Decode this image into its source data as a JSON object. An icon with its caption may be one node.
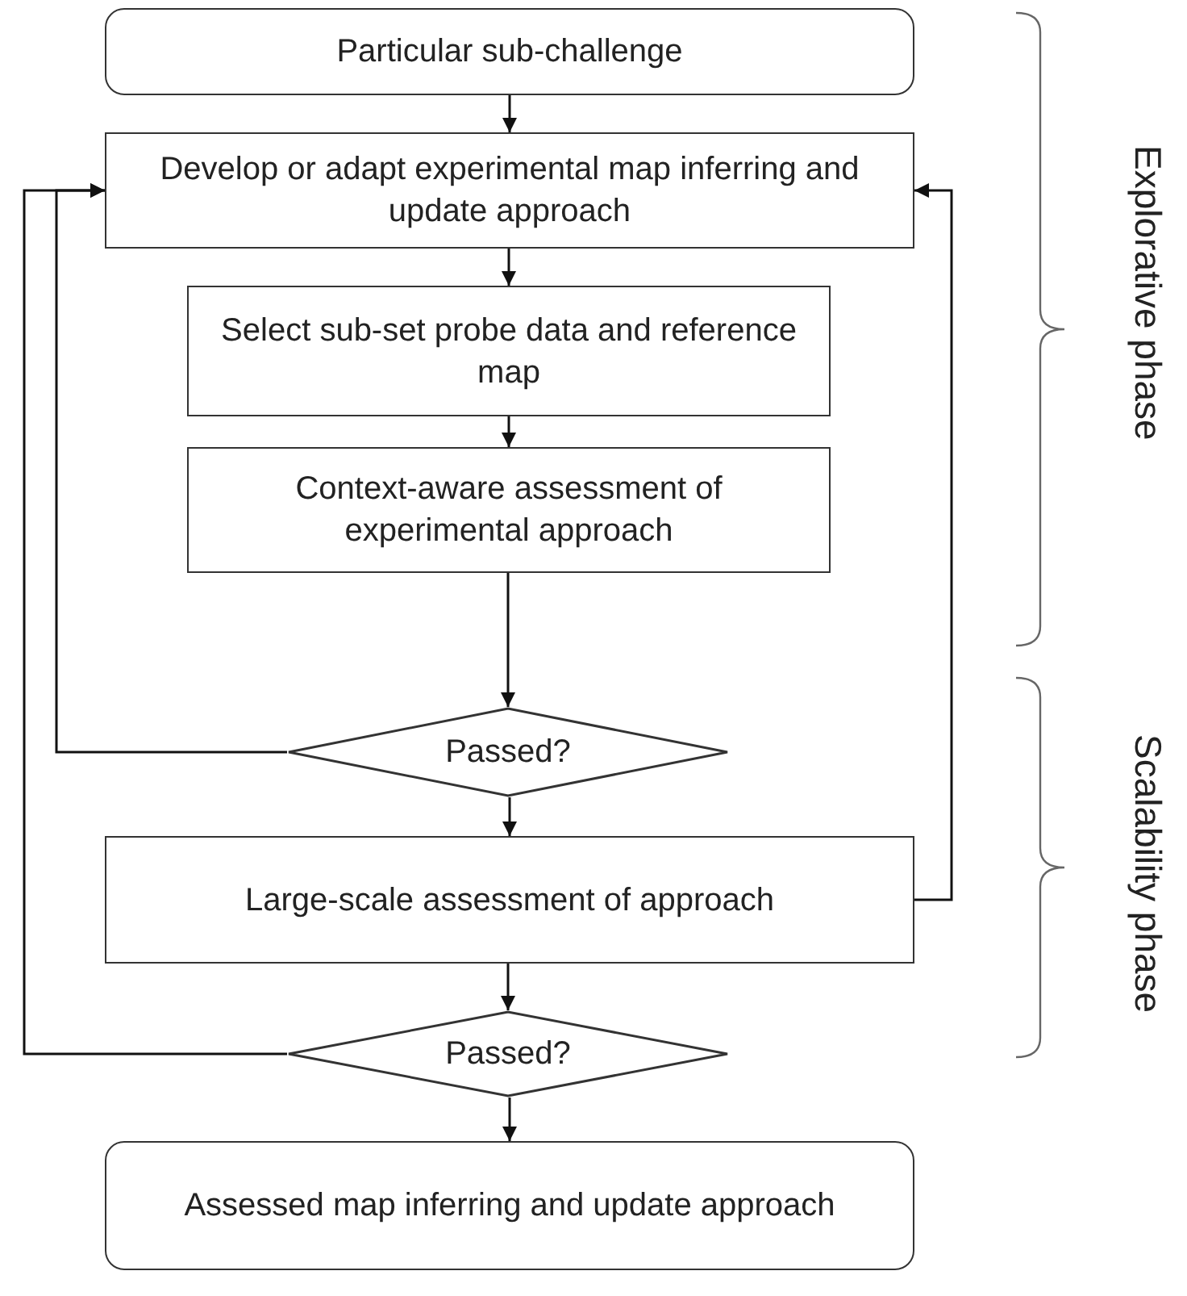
{
  "diagram": {
    "nodes": [
      {
        "text": [
          "Particular sub-challenge"
        ]
      },
      {
        "text": [
          "Develop or adapt experimental map inferring and update approach"
        ]
      },
      {
        "text": [
          "Select sub-set probe data and reference map"
        ]
      },
      {
        "text": [
          "Context-aware assessment of experimental approach"
        ]
      },
      {
        "text": [
          "Passed?"
        ]
      },
      {
        "text": [
          "Large-scale assessment of approach"
        ]
      },
      {
        "text": [
          "Passed?"
        ]
      },
      {
        "text": [
          "Assessed map inferring and update approach"
        ]
      }
    ],
    "edges": [
      {
        "from": 0,
        "to": 1,
        "arrow": "to"
      },
      {
        "from": 1,
        "to": 2,
        "arrow": "to"
      },
      {
        "from": 2,
        "to": 3,
        "arrow": "to"
      },
      {
        "from": 3,
        "to": 4,
        "arrow": "to"
      },
      {
        "from": 4,
        "to": 5,
        "arrow": "to"
      },
      {
        "from": 5,
        "to": 6,
        "arrow": "to"
      },
      {
        "from": 6,
        "to": 7,
        "arrow": "to"
      },
      {
        "from": 4,
        "to": 1,
        "arrow": "to"
      },
      {
        "from": 5,
        "to": 1,
        "arrow": "to"
      },
      {
        "from": 6,
        "to": 1,
        "arrow": "to"
      }
    ],
    "labels": [
      "Explorative phase",
      "Scalability phase"
    ]
  }
}
